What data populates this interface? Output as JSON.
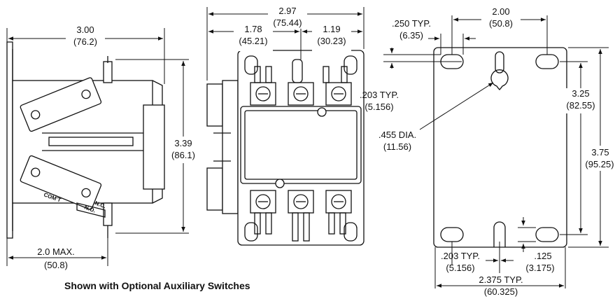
{
  "caption": "Shown with Optional Auxiliary Switches",
  "switch_labels": {
    "nc": "N.C.",
    "com": "COM'T",
    "no": "N.O."
  },
  "side_view": {
    "width_in": "3.00",
    "width_mm": "(76.2)",
    "height_in": "3.39",
    "height_mm": "(86.1)",
    "max_in": "2.0 MAX.",
    "max_mm": "(50.8)"
  },
  "front_view": {
    "overall_in": "2.97",
    "overall_mm": "(75.44)",
    "left_in": "1.78",
    "left_mm": "(45.21)",
    "right_in": "1.19",
    "right_mm": "(30.23)"
  },
  "base_view": {
    "slot_width_in": ".250 TYP.",
    "slot_width_mm": "(6.35)",
    "top_spacing_in": "2.00",
    "top_spacing_mm": "(50.8)",
    "slot_offset_in": ".203 TYP.",
    "slot_offset_mm": "(5.156)",
    "hole_dia_in": ".455 DIA.",
    "hole_dia_mm": "(11.56)",
    "mount_height_in": "3.25",
    "mount_height_mm": "(82.55)",
    "total_height_in": "3.75",
    "total_height_mm": "(95.25)",
    "bottom_offset_in": ".203 TYP.",
    "bottom_offset_mm": "(5.156)",
    "slot_radius_in": ".125",
    "slot_radius_mm": "(3.175)",
    "bottom_spacing_in": "2.375 TYP.",
    "bottom_spacing_mm": "(60.325)"
  }
}
